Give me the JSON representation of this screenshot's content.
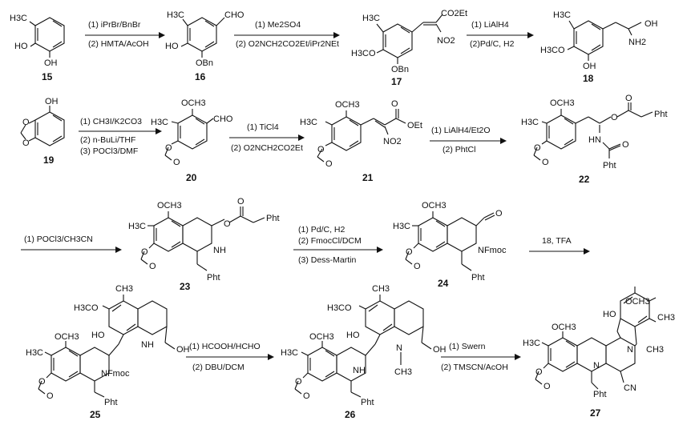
{
  "compounds": [
    {
      "id": "15",
      "labels": [
        "H3C",
        "HO",
        "OH"
      ]
    },
    {
      "id": "16",
      "labels": [
        "H3C",
        "CHO",
        "HO",
        "OBn"
      ]
    },
    {
      "id": "17",
      "labels": [
        "H3C",
        "CO2Et",
        "H3CO",
        "NO2",
        "OBn"
      ]
    },
    {
      "id": "18",
      "labels": [
        "H3C",
        "OH",
        "H3CO",
        "NH2",
        "OH"
      ]
    },
    {
      "id": "19",
      "labels": [
        "OH",
        "O",
        "O"
      ]
    },
    {
      "id": "20",
      "labels": [
        "OCH3",
        "H3C",
        "CHO",
        "O",
        "O"
      ]
    },
    {
      "id": "21",
      "labels": [
        "OCH3",
        "O",
        "H3C",
        "OEt",
        "NO2",
        "O",
        "O"
      ]
    },
    {
      "id": "22",
      "labels": [
        "OCH3",
        "O",
        "Pht",
        "H3C",
        "O",
        "HN",
        "O",
        "O",
        "O",
        "Pht"
      ]
    },
    {
      "id": "23",
      "labels": [
        "OCH3",
        "O",
        "H3C",
        "O",
        "Pht",
        "NH",
        "O",
        "O",
        "Pht"
      ]
    },
    {
      "id": "24",
      "labels": [
        "OCH3",
        "H3C",
        "O",
        "NFmoc",
        "O",
        "O",
        "Pht"
      ]
    },
    {
      "id": "25",
      "labels": [
        "CH3",
        "H3CO",
        "OCH3",
        "HO",
        "H3C",
        "OH",
        "NH",
        "NFmoc",
        "O",
        "O",
        "Pht"
      ]
    },
    {
      "id": "26",
      "labels": [
        "CH3",
        "H3CO",
        "OCH3",
        "HO",
        "H3C",
        "OH",
        "NH",
        "N",
        "CH3",
        "O",
        "O",
        "Pht"
      ]
    },
    {
      "id": "27",
      "labels": [
        "HO",
        "OCH3",
        "OCH3",
        "CH3",
        "H3C",
        "N",
        "CH3",
        "N",
        "O",
        "O",
        "Pht",
        "CN"
      ]
    }
  ],
  "reactions": [
    {
      "above": [
        "(1) iPrBr/BnBr"
      ],
      "below": [
        "(2) HMTA/AcOH"
      ]
    },
    {
      "above": [
        "(1) Me2SO4"
      ],
      "below": [
        "(2) O2NCH2CO2Et/iPr2NEt"
      ]
    },
    {
      "above": [
        "(1) LiAlH4"
      ],
      "below": [
        "(2)Pd/C, H2"
      ]
    },
    {
      "above": [
        "(1) CH3I/K2CO3"
      ],
      "below": [
        "(2) n-BuLi/THF",
        "(3) POCl3/DMF"
      ]
    },
    {
      "above": [
        "(1) TiCl4"
      ],
      "below": [
        "(2) O2NCH2CO2Et"
      ]
    },
    {
      "above": [
        "(1) LiAlH4/Et2O"
      ],
      "below": [
        "(2) PhtCl"
      ]
    },
    {
      "above": [
        "(1) POCl3/CH3CN"
      ],
      "below": []
    },
    {
      "above": [
        "(1) Pd/C, H2",
        "(2) FmocCl/DCM"
      ],
      "below": [
        "(3) Dess-Martin"
      ]
    },
    {
      "above": [
        "18, TFA"
      ],
      "below": []
    },
    {
      "above": [
        "(1) HCOOH/HCHO"
      ],
      "below": [
        "(2) DBU/DCM"
      ]
    },
    {
      "above": [
        "(1) Swern"
      ],
      "below": [
        "(2) TMSCN/AcOH"
      ]
    }
  ]
}
